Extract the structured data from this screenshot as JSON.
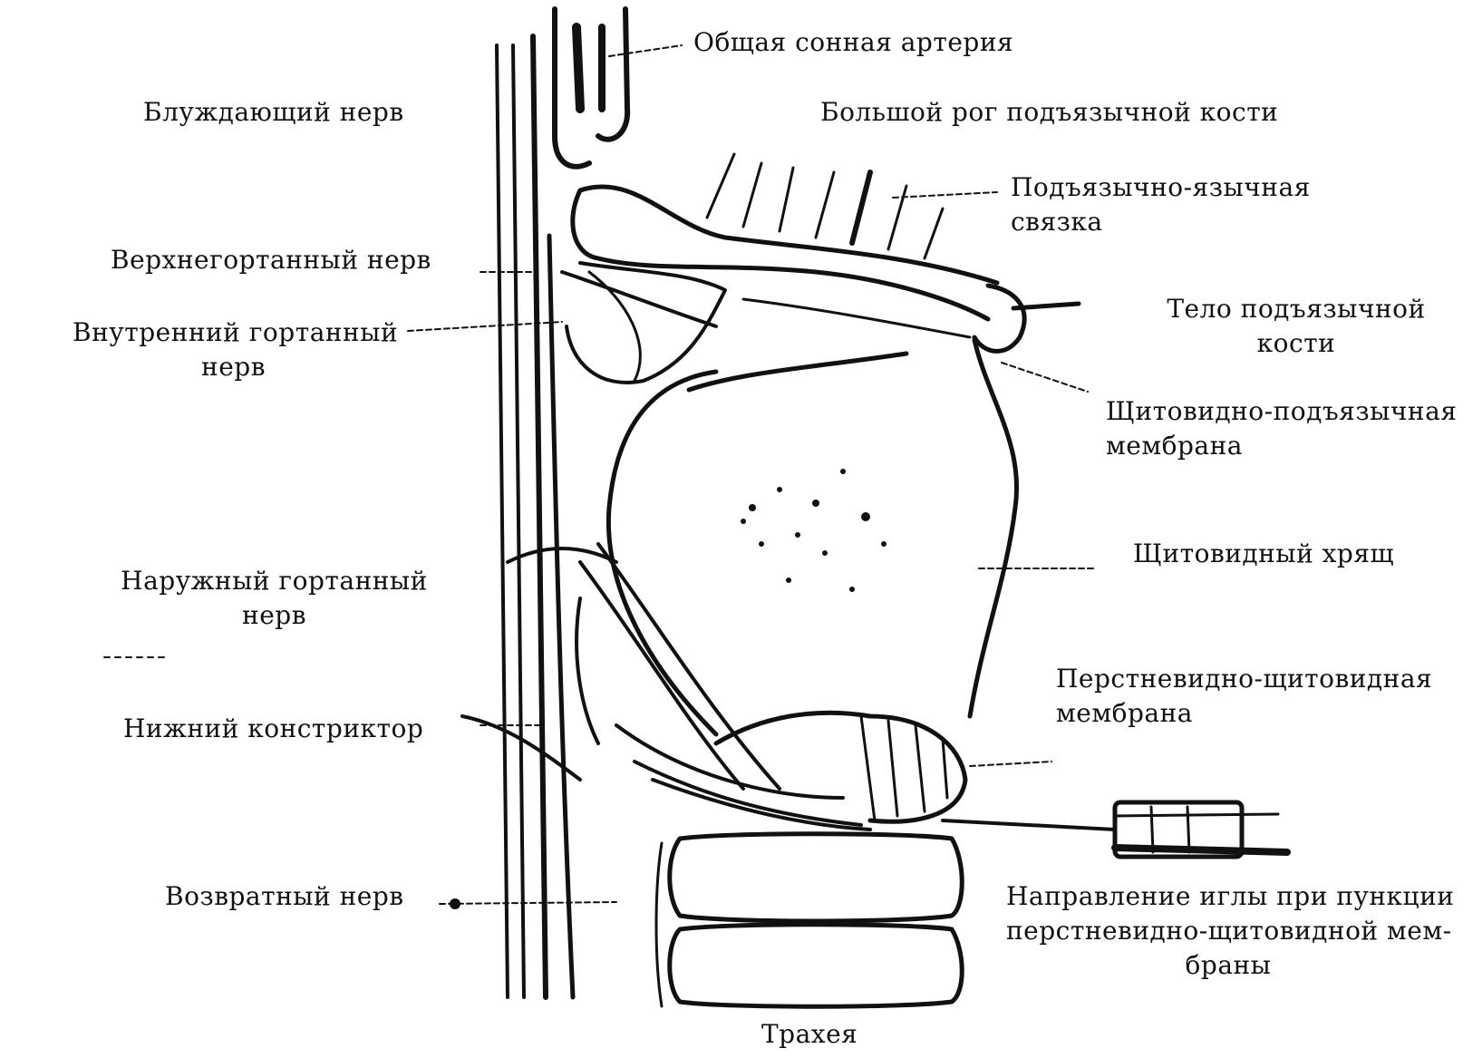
{
  "diagram": {
    "labels": {
      "common_carotid": "Общая сонная артерия",
      "vagus": "Блуждающий нерв",
      "greater_horn": "Большой рог подъязычной кости",
      "hyoglossal_l1": "Подъязычно-язычная",
      "hyoglossal_l2": "связка",
      "superior_laryngeal": "Верхнегортанный нерв",
      "internal_laryngeal_l1": "Внутренний гортанный",
      "internal_laryngeal_l2": "нерв",
      "hyoid_body_l1": "Тело подъязычной",
      "hyoid_body_l2": "кости",
      "thyrohyoid_l1": "Щитовидно-подъязычная",
      "thyrohyoid_l2": "мембрана",
      "thyroid_cartilage": "Щитовидный хрящ",
      "external_laryngeal_l1": "Наружный гортанный",
      "external_laryngeal_l2": "нерв",
      "cricothyroid_l1": "Перстневидно-щитовидная",
      "cricothyroid_l2": "мембрана",
      "inferior_constrictor": "Нижний констриктор",
      "recurrent": "Возвратный нерв",
      "needle_l1": "Направление иглы при пункции",
      "needle_l2": "перстневидно-щитовидной мем-",
      "needle_l3": "браны",
      "trachea": "Трахея"
    },
    "colors": {
      "ink": "#111111",
      "paper": "#ffffff"
    }
  }
}
